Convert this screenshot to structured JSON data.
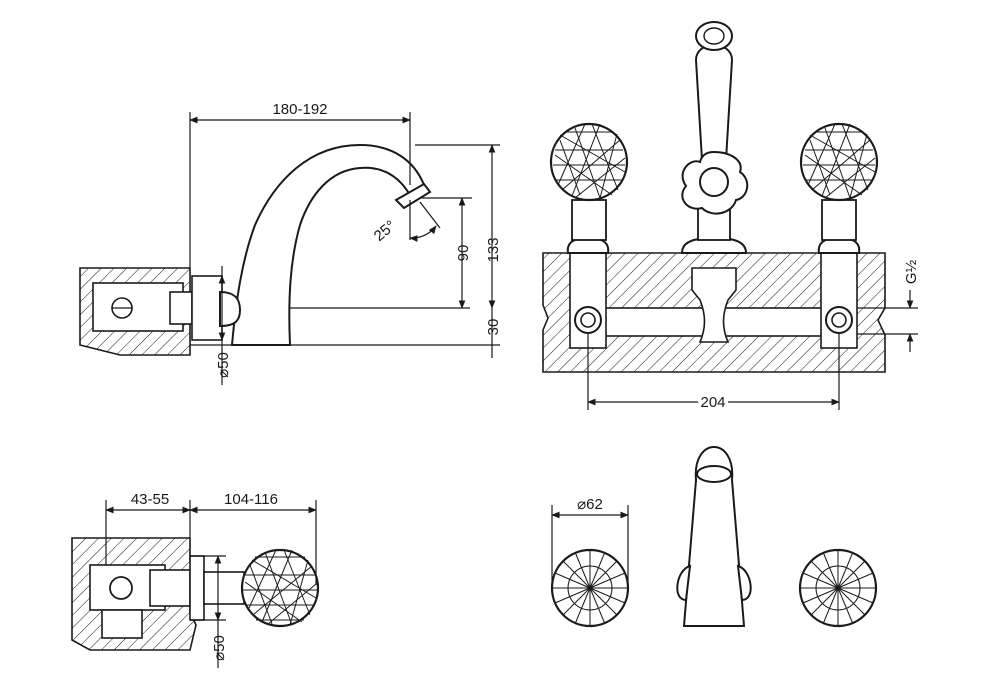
{
  "drawing": {
    "side_view": {
      "spout_reach": "180-192",
      "aerator_angle": "25°",
      "spout_height_outlet": "90",
      "total_height": "133",
      "deck_thickness": "30",
      "base_diameter": "⌀50"
    },
    "front_view": {
      "thread": "G½",
      "centre_distance": "204"
    },
    "valve_view": {
      "valve_depth": "43-55",
      "handle_projection": "104-116",
      "body_diameter": "⌀50"
    },
    "top_view": {
      "handle_diameter": "⌀62"
    }
  }
}
